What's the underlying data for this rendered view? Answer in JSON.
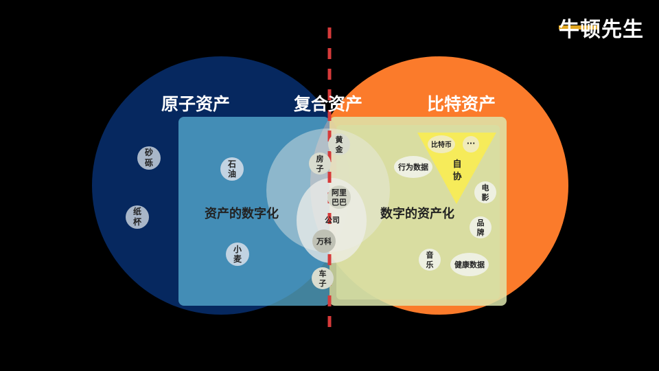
{
  "brand": {
    "name": "牛顿先生",
    "accent": "#e0a51f"
  },
  "colors": {
    "background": "#000000",
    "atom_circle": "#06285f",
    "bit_circle": "#fb7b2b",
    "overlap": "#f25a4a",
    "divider": "#d63a3a",
    "triangle": "#f6eb5a"
  },
  "regions": {
    "atom_assets": "原子资产",
    "composite_assets": "复合资产",
    "bit_assets": "比特资产",
    "asset_digitization": "资产的数字化",
    "digital_assetization": "数字的资产化",
    "company": "公司"
  },
  "atom_items": [
    "砂砾",
    "纸杯",
    "石油",
    "小麦"
  ],
  "composite_items": [
    "黄金",
    "房子",
    "阿里巴巴",
    "万科",
    "车子"
  ],
  "bit_items": [
    "行为数据",
    "电影",
    "品牌",
    "音乐",
    "健康数据"
  ],
  "triangle": {
    "label": "自协",
    "items": [
      "比特币",
      "..."
    ]
  }
}
